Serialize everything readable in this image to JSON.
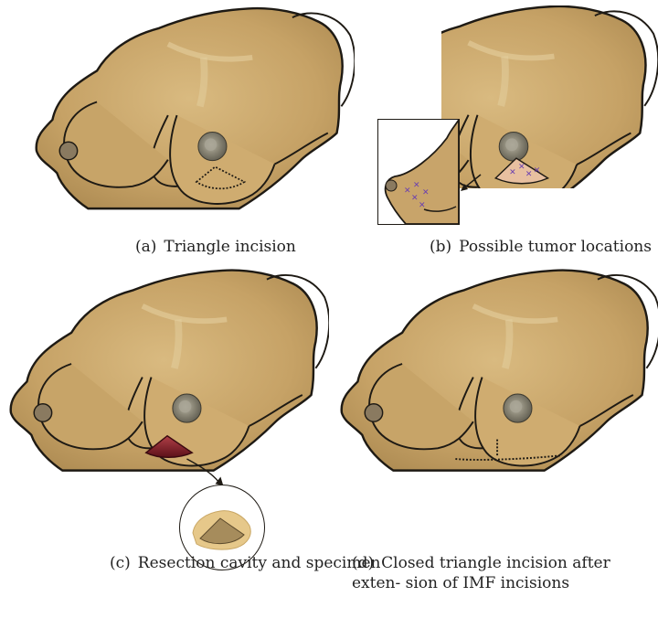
{
  "panels": [
    {
      "letter": "(a)",
      "caption": "Triangle incision"
    },
    {
      "letter": "(b)",
      "caption": "Possible tumor locations"
    },
    {
      "letter": "(c)",
      "caption": "Resection cavity and specimen"
    },
    {
      "letter": "(d)",
      "caption": "Closed triangle incision after exten- sion of IMF incisions"
    }
  ],
  "colors": {
    "skin": "#c8a46a",
    "skin_dark": "#a88650",
    "skin_light": "#dcc08a",
    "outline": "#1e1a14",
    "areola": "#7e7a6a",
    "cavity": "#7a1c24",
    "tumor_mark": "#6a3fb0",
    "triangle_fill": "#e8c0a0"
  }
}
